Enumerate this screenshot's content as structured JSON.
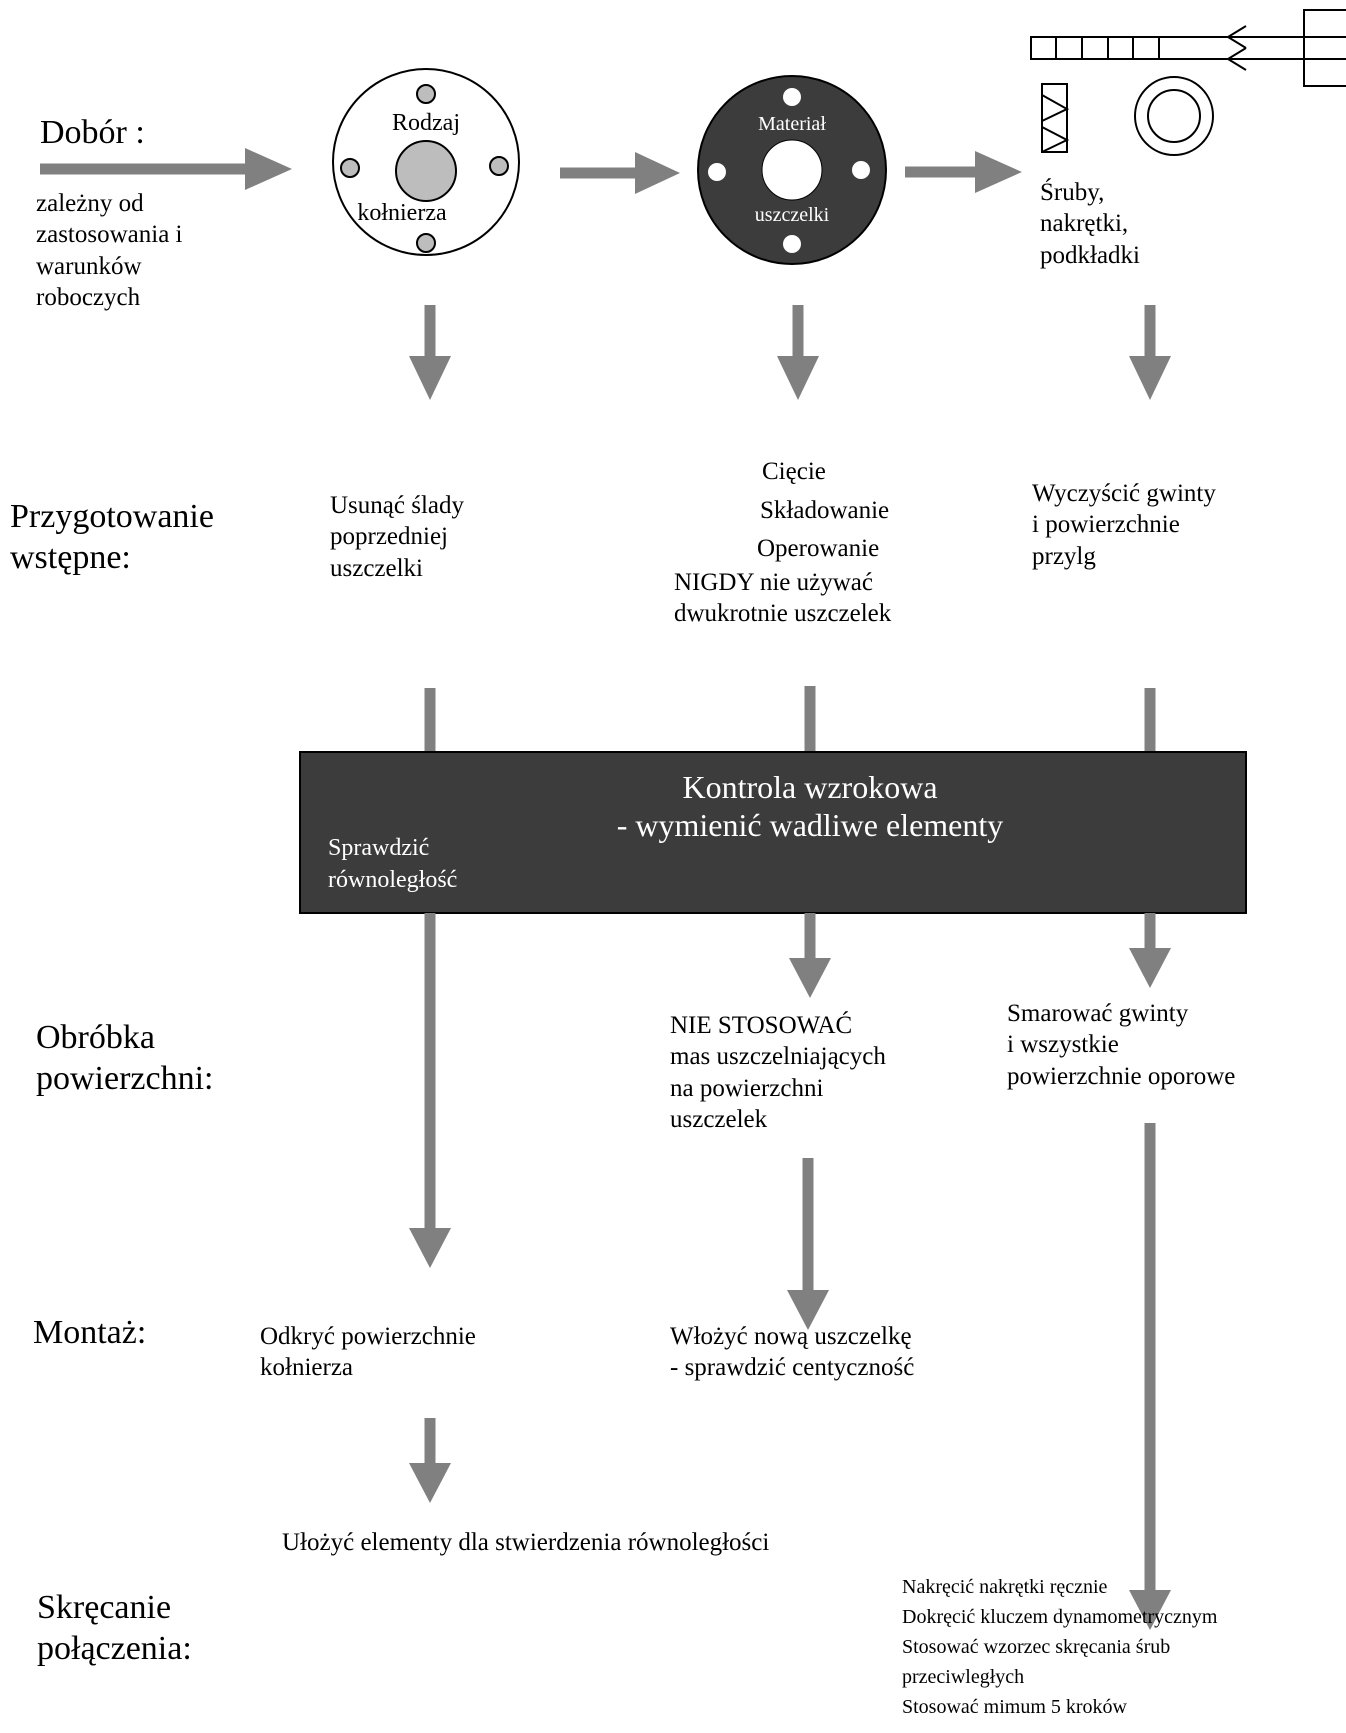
{
  "stages": {
    "selection": "Dobór :",
    "preparation": "Przygotowanie\nwstępne:",
    "surface": "Obróbka\npowierzchni:",
    "assembly": "Montaż:",
    "tightening": "Skręcanie\npołączenia:"
  },
  "selection": {
    "note": "zależny od\nzastosowania i\nwarunków\nroboczych",
    "flange_label_top": "Rodzaj",
    "flange_label_bottom": "kołnierza",
    "gasket_label_top": "Materiał",
    "gasket_label_bottom": "uszczelki",
    "bolts_label": "Śruby,\nnakrętki,\npodkładki"
  },
  "preparation": {
    "flange": "Usunąć ślady\npoprzedniej\nuszczelki",
    "gasket_line1": "Cięcie",
    "gasket_line2": "Składowanie",
    "gasket_line3": "Operowanie",
    "gasket_line4": "NIGDY nie używać\ndwukrotnie uszczelek",
    "bolts": "Wyczyścić gwinty\ni powierzchnie\nprzylg"
  },
  "inspection": {
    "title": "Kontrola wzrokowa\n- wymienić wadliwe elementy",
    "side": "Sprawdzić\nrównoległość"
  },
  "surface": {
    "gasket": "NIE STOSOWAĆ\nmas uszczelniających\nna powierzchni\nuszczelek",
    "bolts": "Smarować gwinty\ni wszystkie\npowierzchnie oporowe"
  },
  "assembly": {
    "flange": "Odkryć powierzchnie\nkołnierza",
    "gasket": "Włożyć nową uszczelkę\n- sprawdzić centyczność",
    "align": "Ułożyć elementy dla stwierdzenia równoległości"
  },
  "tightening": {
    "steps": "Nakręcić nakrętki ręcznie\nDokręcić kluczem dynamometrycznym\nStosować wzorzec skręcania śrub\nprzeciwległych\nStosować mimum 5 kroków"
  },
  "colors": {
    "arrow": "#808080",
    "dark_box": "#3c3c3c",
    "light_grey": "#bdbdbd"
  }
}
